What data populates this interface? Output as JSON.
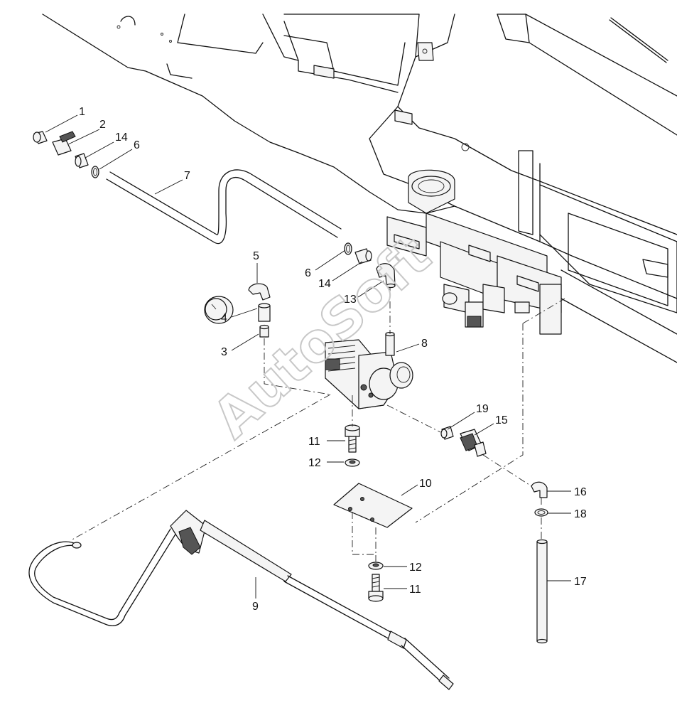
{
  "watermark": "AutoSoft",
  "callouts": [
    {
      "id": "c1",
      "label": "1"
    },
    {
      "id": "c2",
      "label": "2"
    },
    {
      "id": "c14a",
      "label": "14"
    },
    {
      "id": "c6a",
      "label": "6"
    },
    {
      "id": "c7",
      "label": "7"
    },
    {
      "id": "c5",
      "label": "5"
    },
    {
      "id": "c4",
      "label": "4"
    },
    {
      "id": "c3",
      "label": "3"
    },
    {
      "id": "c6b",
      "label": "6"
    },
    {
      "id": "c14b",
      "label": "14"
    },
    {
      "id": "c13",
      "label": "13"
    },
    {
      "id": "c8",
      "label": "8"
    },
    {
      "id": "c19",
      "label": "19"
    },
    {
      "id": "c15",
      "label": "15"
    },
    {
      "id": "c11a",
      "label": "11"
    },
    {
      "id": "c12a",
      "label": "12"
    },
    {
      "id": "c10",
      "label": "10"
    },
    {
      "id": "c16",
      "label": "16"
    },
    {
      "id": "c18",
      "label": "18"
    },
    {
      "id": "c12b",
      "label": "12"
    },
    {
      "id": "c11b",
      "label": "11"
    },
    {
      "id": "c17",
      "label": "17"
    },
    {
      "id": "c9",
      "label": "9"
    }
  ]
}
